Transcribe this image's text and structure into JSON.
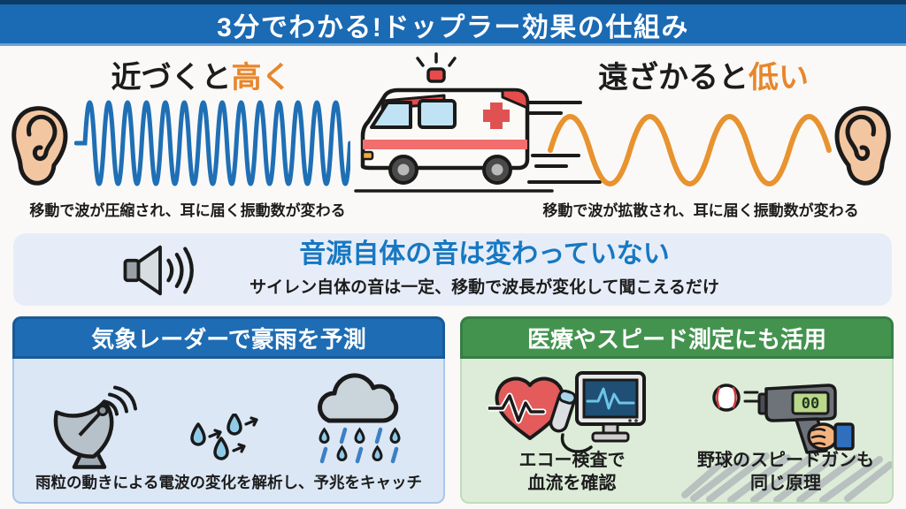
{
  "title": "3分でわかる!ドップラー効果の仕組み",
  "approach": {
    "label_prefix": "近づくと",
    "label_accent": "高く",
    "caption": "移動で波が圧縮され、耳に届く振動数が変わる"
  },
  "recede": {
    "label_prefix": "遠ざかると",
    "label_accent": "低い",
    "caption": "移動で波が拡散され、耳に届く振動数が変わる"
  },
  "source_banner": {
    "heading": "音源自体の音は変わっていない",
    "subtitle": "サイレン自体の音は一定、移動で波長が変化して聞こえるだけ"
  },
  "weather_box": {
    "heading": "気象レーダーで豪雨を予測",
    "caption": "雨粒の動きによる電波の変化を解析し、予兆をキャッチ"
  },
  "application_box": {
    "heading": "医療やスピード測定にも活用",
    "echo_caption_line1": "エコー検査で",
    "echo_caption_line2": "血流を確認",
    "speedgun_caption_line1": "野球のスピードガンも",
    "speedgun_caption_line2": "同じ原理",
    "speedgun_display": "00"
  },
  "icons": [
    "ear-icon",
    "ambulance-icon",
    "speaker-icon",
    "radar-dish-icon",
    "raindrops-icon",
    "rain-cloud-icon",
    "heart-ecg-icon",
    "ultrasound-probe-icon",
    "monitor-icon",
    "baseball-icon",
    "speed-gun-icon"
  ],
  "colors": {
    "title_bar_blue": "#1b6ab4",
    "title_bar_border": "#0e3a66",
    "accent_orange": "#e8862b",
    "wave_blue": "#1f6fb5",
    "wave_orange": "#e8932f",
    "banner_bg": "#e7edf8",
    "banner_heading_blue": "#1778c2",
    "weather_header_blue": "#1e6cb4",
    "weather_bg": "#dbe7f5",
    "application_header_green": "#43934f",
    "application_bg": "#ddecd8",
    "ambulance_red": "#e84b4b",
    "text_black": "#1c1c1c"
  }
}
